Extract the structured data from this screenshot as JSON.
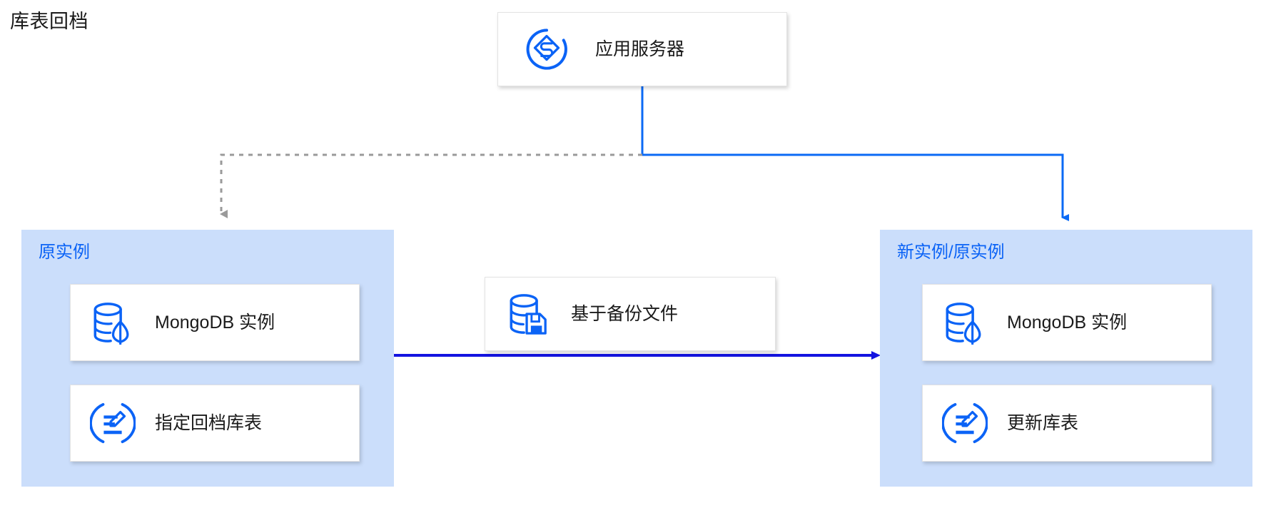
{
  "page": {
    "title": "库表回档",
    "background": "#ffffff"
  },
  "colors": {
    "panel_fill": "#cbdefb",
    "panel_title": "#0b63f6",
    "icon_blue": "#0b63f6",
    "flow_blue": "#0b6af5",
    "data_arrow_blue": "#1414e0",
    "dashed_gray": "#8c8c8c",
    "card_bg": "#ffffff",
    "card_border": "#e3e3e3",
    "text": "#1a1a1a"
  },
  "top_node": {
    "label": "应用服务器",
    "icon": "app-server-icon"
  },
  "middle_node": {
    "label": "基于备份文件",
    "icon": "backup-file-icon"
  },
  "panels": [
    {
      "id": "source",
      "title": "原实例",
      "cards": [
        {
          "label": "MongoDB 实例",
          "icon": "mongodb-instance-icon"
        },
        {
          "label": "指定回档库表",
          "icon": "edit-list-icon"
        }
      ]
    },
    {
      "id": "target",
      "title": "新实例/原实例",
      "cards": [
        {
          "label": "MongoDB 实例",
          "icon": "mongodb-instance-icon"
        },
        {
          "label": "更新库表",
          "icon": "edit-list-icon"
        }
      ]
    }
  ],
  "connectors": [
    {
      "id": "app-to-source",
      "style": "dashed",
      "color": "#8c8c8c",
      "from": "应用服务器",
      "to": "原实例",
      "arrow": true
    },
    {
      "id": "app-to-target",
      "style": "solid",
      "color": "#0b6af5",
      "from": "应用服务器",
      "to": "新实例/原实例",
      "arrow": true
    },
    {
      "id": "source-to-target",
      "style": "solid",
      "color": "#1414e0",
      "from": "原实例",
      "to": "新实例/原实例",
      "arrow": true
    }
  ]
}
